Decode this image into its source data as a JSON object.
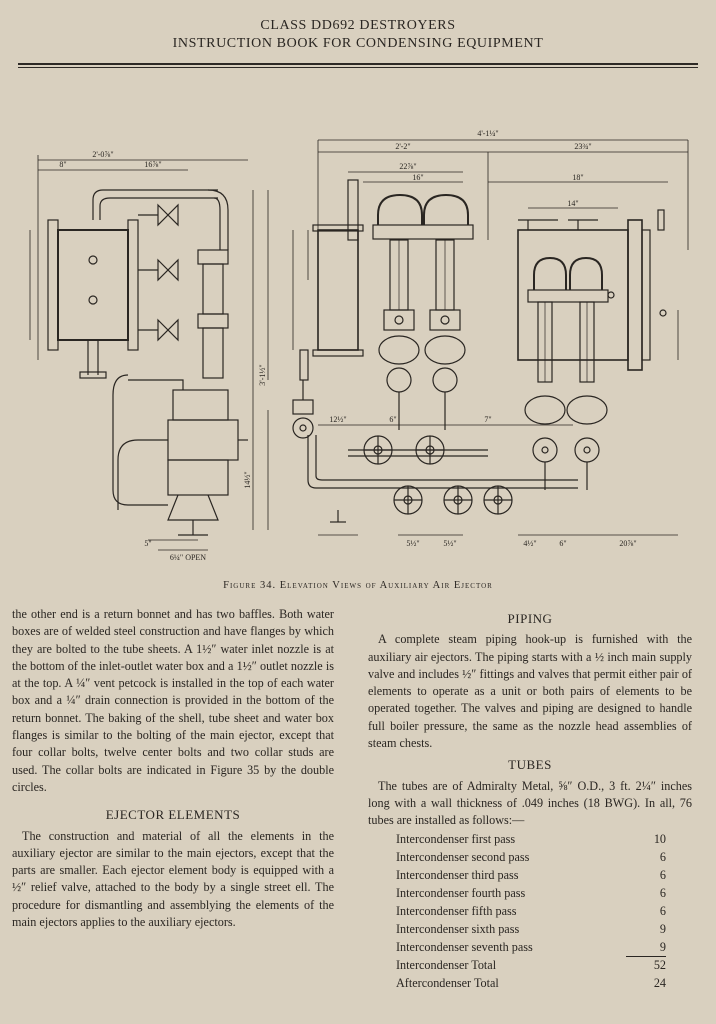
{
  "header": {
    "line1": "CLASS DD692 DESTROYERS",
    "line2": "INSTRUCTION BOOK FOR CONDENSING EQUIPMENT"
  },
  "figure": {
    "caption": "Figure 34. Elevation Views of Auxiliary Air Ejector",
    "dims": {
      "d1": "4'-1¼\"",
      "d2": "2'-2\"",
      "d3": "23¾\"",
      "d4": "22⅞\"",
      "d5": "16\"",
      "d6": "18\"",
      "d7": "14\"",
      "d8": "2'-0⅞\"",
      "d9": "8\"",
      "d10": "16⅞\"",
      "d11": "12½\"",
      "d12": "6\"",
      "d13": "7\"",
      "d14": "3'-1½\"",
      "d15": "5½\"",
      "d16": "5½\"",
      "d17": "4½\"",
      "d18": "6\"",
      "d19": "20⅞\"",
      "d20": "6¼\" OPEN",
      "d21": "5\"",
      "d22": "14½\""
    }
  },
  "left_column": {
    "para1": "the other end is a return bonnet and has two baffles. Both water boxes are of welded steel construction and have flanges by which they are bolted to the tube sheets. A 1½″ water inlet nozzle is at the bottom of the inlet-outlet water box and a 1½″ outlet nozzle is at the top. A ¼″ vent petcock is installed in the top of each water box and a ¼″ drain connection is provided in the bottom of the return bonnet. The baking of the shell, tube sheet and water box flanges is similar to the bolting of the main ejector, except that four collar bolts, twelve center bolts and two collar studs are used. The collar bolts are indicated in Figure 35 by the double circles.",
    "heading": "EJECTOR ELEMENTS",
    "para2": "The construction and material of all the elements in the auxiliary ejector are similar to the main ejectors, except that the parts are smaller. Each ejector element body is equipped with a ½″ relief valve, attached to the body by a single street ell. The procedure for dismantling and assemblying the elements of the main ejectors applies to the auxiliary ejectors."
  },
  "right_column": {
    "heading1": "PIPING",
    "para1": "A complete steam piping hook-up is furnished with the auxiliary air ejectors. The piping starts with a ½ inch main supply valve and includes ½″ fittings and valves that permit either pair of elements to operate as a unit or both pairs of elements to be operated together. The valves and piping are designed to handle full boiler pressure, the same as the nozzle head assemblies of steam chests.",
    "heading2": "TUBES",
    "para2": "The tubes are of Admiralty Metal, ⅝″ O.D., 3 ft. 2¼″ inches long with a wall thickness of .049 inches (18 BWG). In all, 76 tubes are installed as follows:—",
    "table": [
      {
        "label": "Intercondenser first pass",
        "value": "10"
      },
      {
        "label": "Intercondenser second pass",
        "value": "6"
      },
      {
        "label": "Intercondenser third pass",
        "value": "6"
      },
      {
        "label": "Intercondenser fourth pass",
        "value": "6"
      },
      {
        "label": "Intercondenser fifth pass",
        "value": "6"
      },
      {
        "label": "Intercondenser sixth pass",
        "value": "9"
      },
      {
        "label": "Intercondenser seventh pass",
        "value": "9"
      }
    ],
    "total": {
      "label": "Intercondenser Total",
      "value": "52"
    },
    "after": {
      "label": "Aftercondenser Total",
      "value": "24"
    }
  }
}
